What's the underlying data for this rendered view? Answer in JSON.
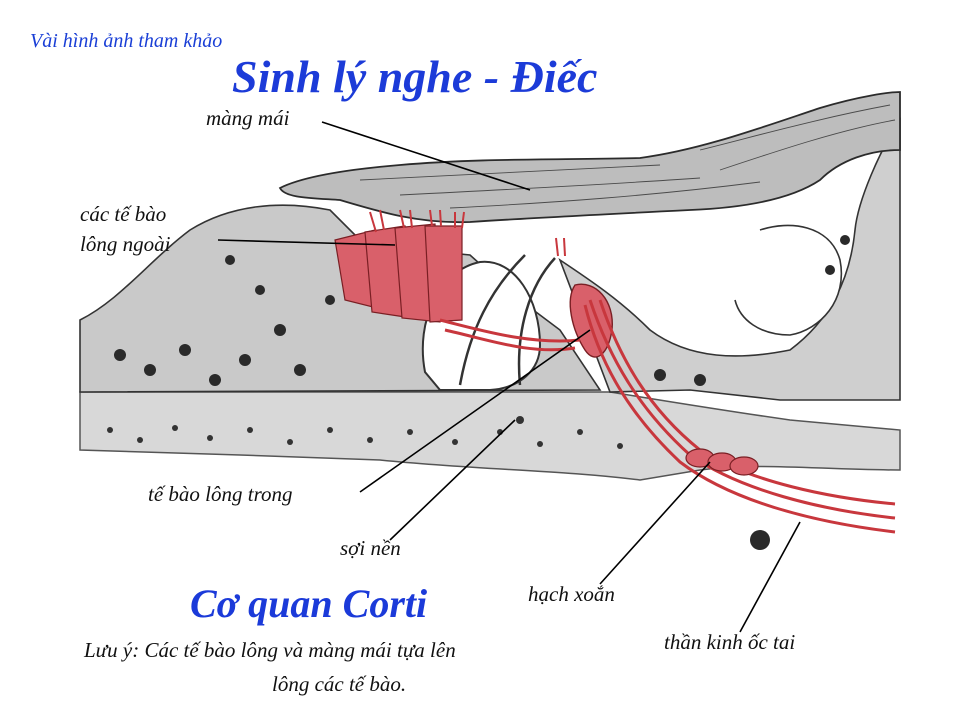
{
  "header": {
    "reference_note": "Vài hình ảnh tham khảo",
    "title": "Sinh lý nghe - Điếc"
  },
  "labels": {
    "mang_mai": "màng mái",
    "te_bao_long_ngoai_line1": "các tế bào",
    "te_bao_long_ngoai_line2": "lông ngoài",
    "te_bao_long_trong": "tế bào lông trong",
    "soi_nen": "sợi nền",
    "hach_xoan": "hạch xoắn",
    "than_kinh_oc_tai": "thần kinh ốc tai"
  },
  "caption": {
    "title": "Cơ quan Corti",
    "note_line1": "Lưu ý: Các tế bào lông và màng mái tựa lên",
    "note_line2": "lông các tế bào."
  },
  "colors": {
    "title_blue": "#1c3bd8",
    "tissue_gray": "#b8b8b8",
    "hair_cell_red": "#d9606a",
    "nerve_red": "#c8373d"
  }
}
